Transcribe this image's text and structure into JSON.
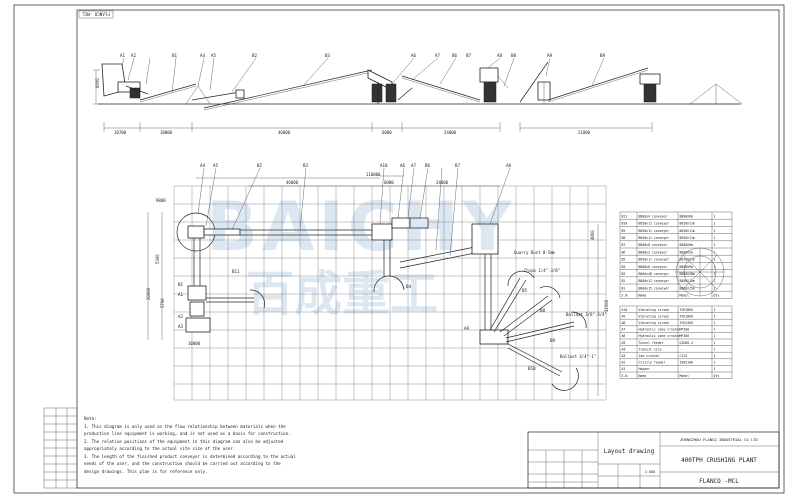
{
  "corner_code": "FLANCO -MCL",
  "watermark": {
    "latin": "BAICHY",
    "chinese": "百成重工"
  },
  "elevation": {
    "height_dim": "8950",
    "labels": [
      "A1",
      "A2",
      "B1",
      "A4",
      "A5",
      "B2",
      "B3",
      "A6",
      "A7",
      "B6",
      "B7",
      "A8",
      "B8",
      "A9",
      "B9"
    ],
    "dims": [
      "10700",
      "10000",
      "46000",
      "6000",
      "24000",
      "21000"
    ]
  },
  "plan": {
    "top_dims": [
      "110000",
      "46000",
      "24000",
      "6000"
    ],
    "labels": [
      "A4",
      "A5",
      "B2",
      "B3",
      "A10",
      "A6",
      "A7",
      "B6",
      "B7",
      "A8",
      "B11",
      "A1",
      "A2",
      "A3",
      "B1",
      "B4",
      "A9",
      "B5",
      "B8",
      "B9",
      "B10"
    ],
    "left_dims": [
      "9800",
      "5300",
      "20000",
      "5700"
    ],
    "bottom_dim": "10000",
    "right_dims": [
      "4860",
      "31500"
    ],
    "annotations": {
      "quarry_dust": "Quarry Dust 0-5mm",
      "chips": "Chips 1/4\"-3/8\"",
      "ballast": "Ballast 3/8\"-3/4\"",
      "ballast2": "Ballast 3/4\"-1\""
    }
  },
  "conveyor_table": {
    "rows": [
      [
        "B11",
        "B800x4 conveyor",
        "B800X6m",
        "1"
      ],
      [
        "B10",
        "B650x11 conveyor",
        "B650X11m",
        "1"
      ],
      [
        "B9",
        "B650x11 conveyor",
        "B650X11m",
        "1"
      ],
      [
        "B8",
        "B650x11 conveyor",
        "B650X11m",
        "1"
      ],
      [
        "B7",
        "B800x8 conveyor",
        "B800X8m",
        "1"
      ],
      [
        "B6",
        "B800x2 conveyor",
        "B800X2m",
        "1"
      ],
      [
        "B5",
        "B650x11 conveyor",
        "B650X11m",
        "1"
      ],
      [
        "B4",
        "B800x6 conveyor",
        "B800X6m",
        "1"
      ],
      [
        "B3",
        "B800x48 conveyor",
        "B800X48m",
        "1"
      ],
      [
        "B2",
        "B800x12 conveyor",
        "B800X12m",
        "1"
      ],
      [
        "B1",
        "B800x15 conveyor",
        "B800X15m",
        "1"
      ],
      [
        "S.N.",
        "Name",
        "Model",
        "Qty"
      ]
    ]
  },
  "equipment_table": {
    "rows": [
      [
        "A10",
        "Vibrating screen",
        "3YK1860",
        "1"
      ],
      [
        "A9",
        "Vibrating screen",
        "3YK1860",
        "1"
      ],
      [
        "A8",
        "Vibrating screen",
        "3YK2460",
        "1"
      ],
      [
        "A7",
        "Hydraulic cone crusher",
        "HP300",
        "1"
      ],
      [
        "A6",
        "Hydraulic cone crusher",
        "HP300",
        "1"
      ],
      [
        "A5",
        "Tunnel feeder",
        "GZG80-4",
        "1"
      ],
      [
        "A4",
        "Transit silo",
        "-",
        "1"
      ],
      [
        "A3",
        "Jaw crusher",
        "C125",
        "1"
      ],
      [
        "A2",
        "Grizzly feeder",
        "ZSW1100",
        "1"
      ],
      [
        "A1",
        "Hopper",
        "-",
        "1"
      ],
      [
        "S.N.",
        "Name",
        "Model",
        "Qty"
      ]
    ]
  },
  "notes": {
    "title": "Note:",
    "lines": [
      "1. This diagram is only used as the flow relationship between materials when the",
      "production line equipment is working, and is not used as a basis for construction.",
      "2. The relative positions of the equipment in this diagram can also be adjusted",
      "appropriately according to the actual site size of the user.",
      "3. The length of the finished product conveyor is determined according to the actual",
      "needs of the user, and the construction should be carried out according to the",
      "design drawings. This plan is for reference only."
    ]
  },
  "title_block": {
    "company": "ZHENGZHOU FLANCO INDUSTRIAL CO LTD",
    "drawing_type": "Layout drawing",
    "project": "400TPH CRUSHING PLANT",
    "code": "FLANCO -MCL",
    "scale": "1:500"
  }
}
